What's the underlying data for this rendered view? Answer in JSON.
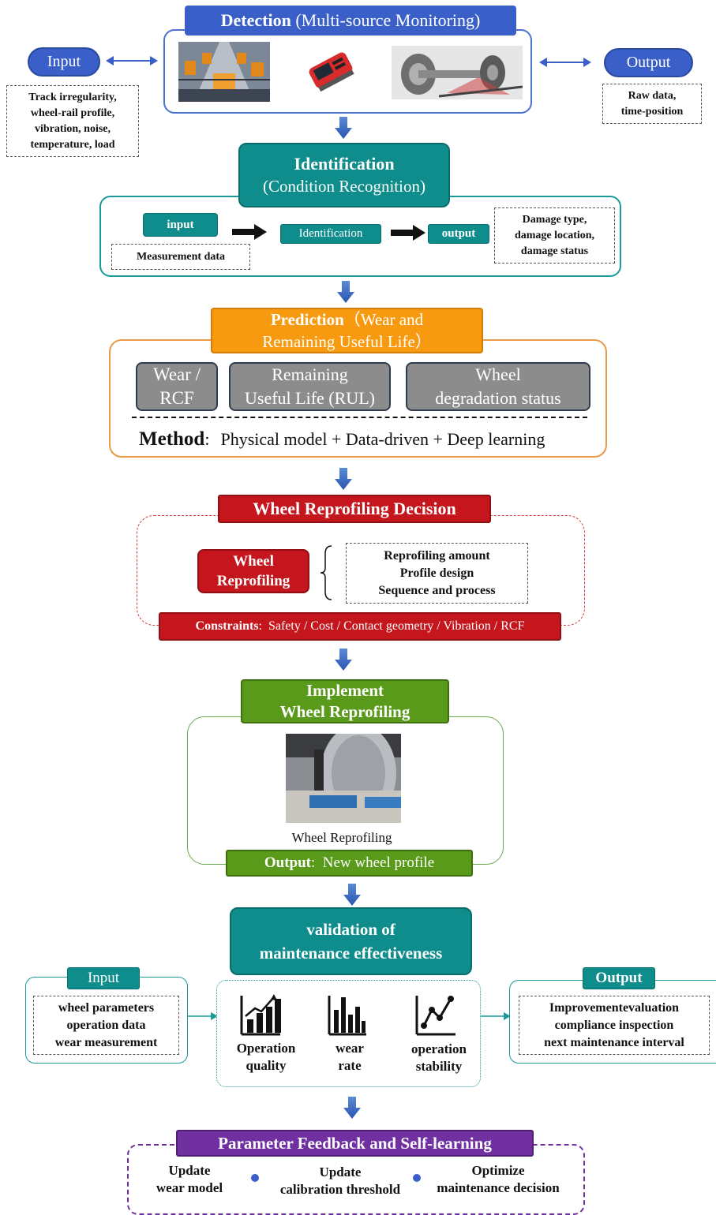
{
  "detection": {
    "title_bold": "Detection",
    "title_rest": " (Multi-source Monitoring)",
    "input_label": "Input",
    "input_items": [
      "Track irregularity,",
      "wheel-rail profile,",
      "vibration, noise,",
      "temperature, load"
    ],
    "output_label": "Output",
    "output_items": [
      "Raw data,",
      "time-position"
    ]
  },
  "identification": {
    "title": "Identification",
    "subtitle": "(Condition Recognition)",
    "input_label": "input",
    "input_desc": "Measurement data",
    "process_label": "Identification",
    "output_label": "output",
    "output_items": [
      "Damage type,",
      "damage location,",
      "damage status"
    ]
  },
  "prediction": {
    "title_bold": "Prediction",
    "title_rest": "（Wear and",
    "title_line2": "Remaining Useful Life）",
    "boxes": [
      {
        "line1": "Wear /",
        "line2": "RCF"
      },
      {
        "line1": "Remaining",
        "line2": "Useful Life (RUL)"
      },
      {
        "line1": "Wheel",
        "line2": "degradation status"
      }
    ],
    "method_label": "Method",
    "method_sep": ":",
    "method_text": "Physical model + Data-driven + Deep learning"
  },
  "decision": {
    "title": "Wheel Reprofiling Decision",
    "box_line1": "Wheel",
    "box_line2": "Reprofiling",
    "items": [
      "Reprofiling amount",
      "Profile design",
      "Sequence and process"
    ],
    "constraints_label": "Constraints",
    "constraints_text": ":  Safety / Cost / Contact geometry / Vibration / RCF"
  },
  "implement": {
    "title_line1": "Implement",
    "title_line2": "Wheel Reprofiling",
    "caption": "Wheel Reprofiling",
    "output_label": "Output",
    "output_text": ":  New wheel profile"
  },
  "validation": {
    "title_line1": "validation of",
    "title_line2": "maintenance effectiveness",
    "input_label": "Input",
    "input_items": [
      "wheel parameters",
      "operation data",
      "wear measurement"
    ],
    "metrics": [
      {
        "line1": "Operation",
        "line2": "quality",
        "icon": "bar-chart-rising-icon"
      },
      {
        "line1": "wear",
        "line2": "rate",
        "icon": "bar-chart-icon"
      },
      {
        "line1": "operation",
        "line2": "stability",
        "icon": "line-chart-icon"
      }
    ],
    "output_label": "Output",
    "output_items": [
      "Improvementevaluation",
      "compliance inspection",
      "next maintenance interval"
    ]
  },
  "feedback": {
    "title": "Parameter Feedback and Self-learning",
    "items": [
      {
        "line1": "Update",
        "line2": "wear model"
      },
      {
        "line1": "Update",
        "line2": "calibration threshold"
      },
      {
        "line1": "Optimize",
        "line2": "maintenance decision"
      }
    ]
  },
  "colors": {
    "blue": "#3a5fc8",
    "teal": "#0f8c8c",
    "orange": "#f79a0f",
    "gray_box": "#8c8c8c",
    "red": "#c4161c",
    "green": "#5a9a1a",
    "purple": "#7030a0"
  }
}
